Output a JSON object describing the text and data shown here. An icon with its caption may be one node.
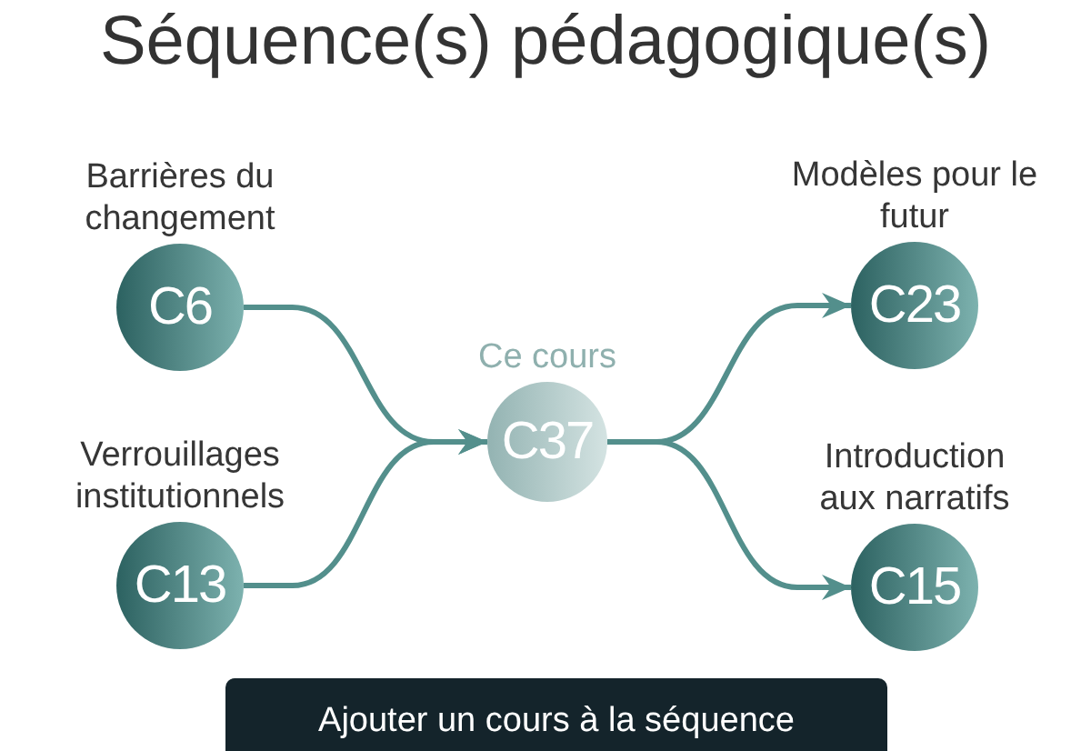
{
  "diagram": {
    "title": "Séquence(s) pédagogique(s)",
    "nodes": [
      {
        "text": [
          "Barrières du changement",
          "C6"
        ]
      },
      {
        "text": [
          "Verrouillages institutionnels",
          "C13"
        ]
      },
      {
        "text": [
          "Ce cours",
          "C37"
        ]
      },
      {
        "text": [
          "Modèles pour le futur",
          "C23"
        ]
      },
      {
        "text": [
          "Introduction aux narratifs",
          "C15"
        ]
      }
    ],
    "edges": [
      {
        "from": 0,
        "to": 2,
        "arrow": "to"
      },
      {
        "from": 1,
        "to": 2,
        "arrow": "to"
      },
      {
        "from": 2,
        "to": 3,
        "arrow": "to"
      },
      {
        "from": 2,
        "to": 4,
        "arrow": "to"
      }
    ],
    "labels": [
      "Ajouter un cours à la séquence"
    ]
  }
}
